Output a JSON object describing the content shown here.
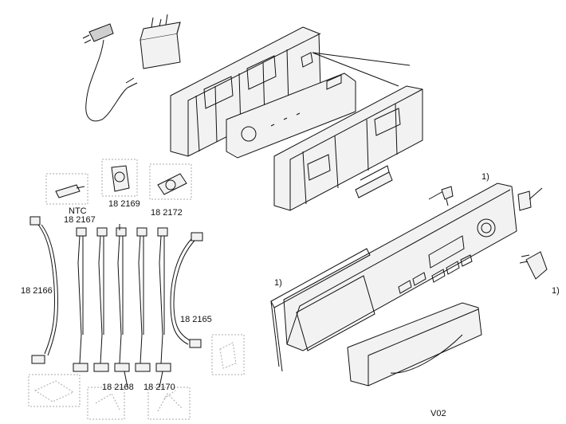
{
  "labels": {
    "ntc": "NTC",
    "p182167": "18 2167",
    "p182169": "18 2169",
    "p182172": "18 2172",
    "p182166": "18 2166",
    "p182165": "18 2165",
    "p182168": "18 2168",
    "p182170": "18 2170",
    "note_top_right": "1)",
    "note_left": "1)",
    "note_far_right": "1)",
    "version": "V02"
  },
  "icons": {
    "power_cord": "power-cord-icon",
    "filter": "suppression-filter-icon",
    "module": "electronic-module-icon",
    "panel": "control-panel-icon"
  },
  "colors": {
    "line": "#111111",
    "fill": "#f2f2f2",
    "ghost": "#aaaaaa"
  }
}
